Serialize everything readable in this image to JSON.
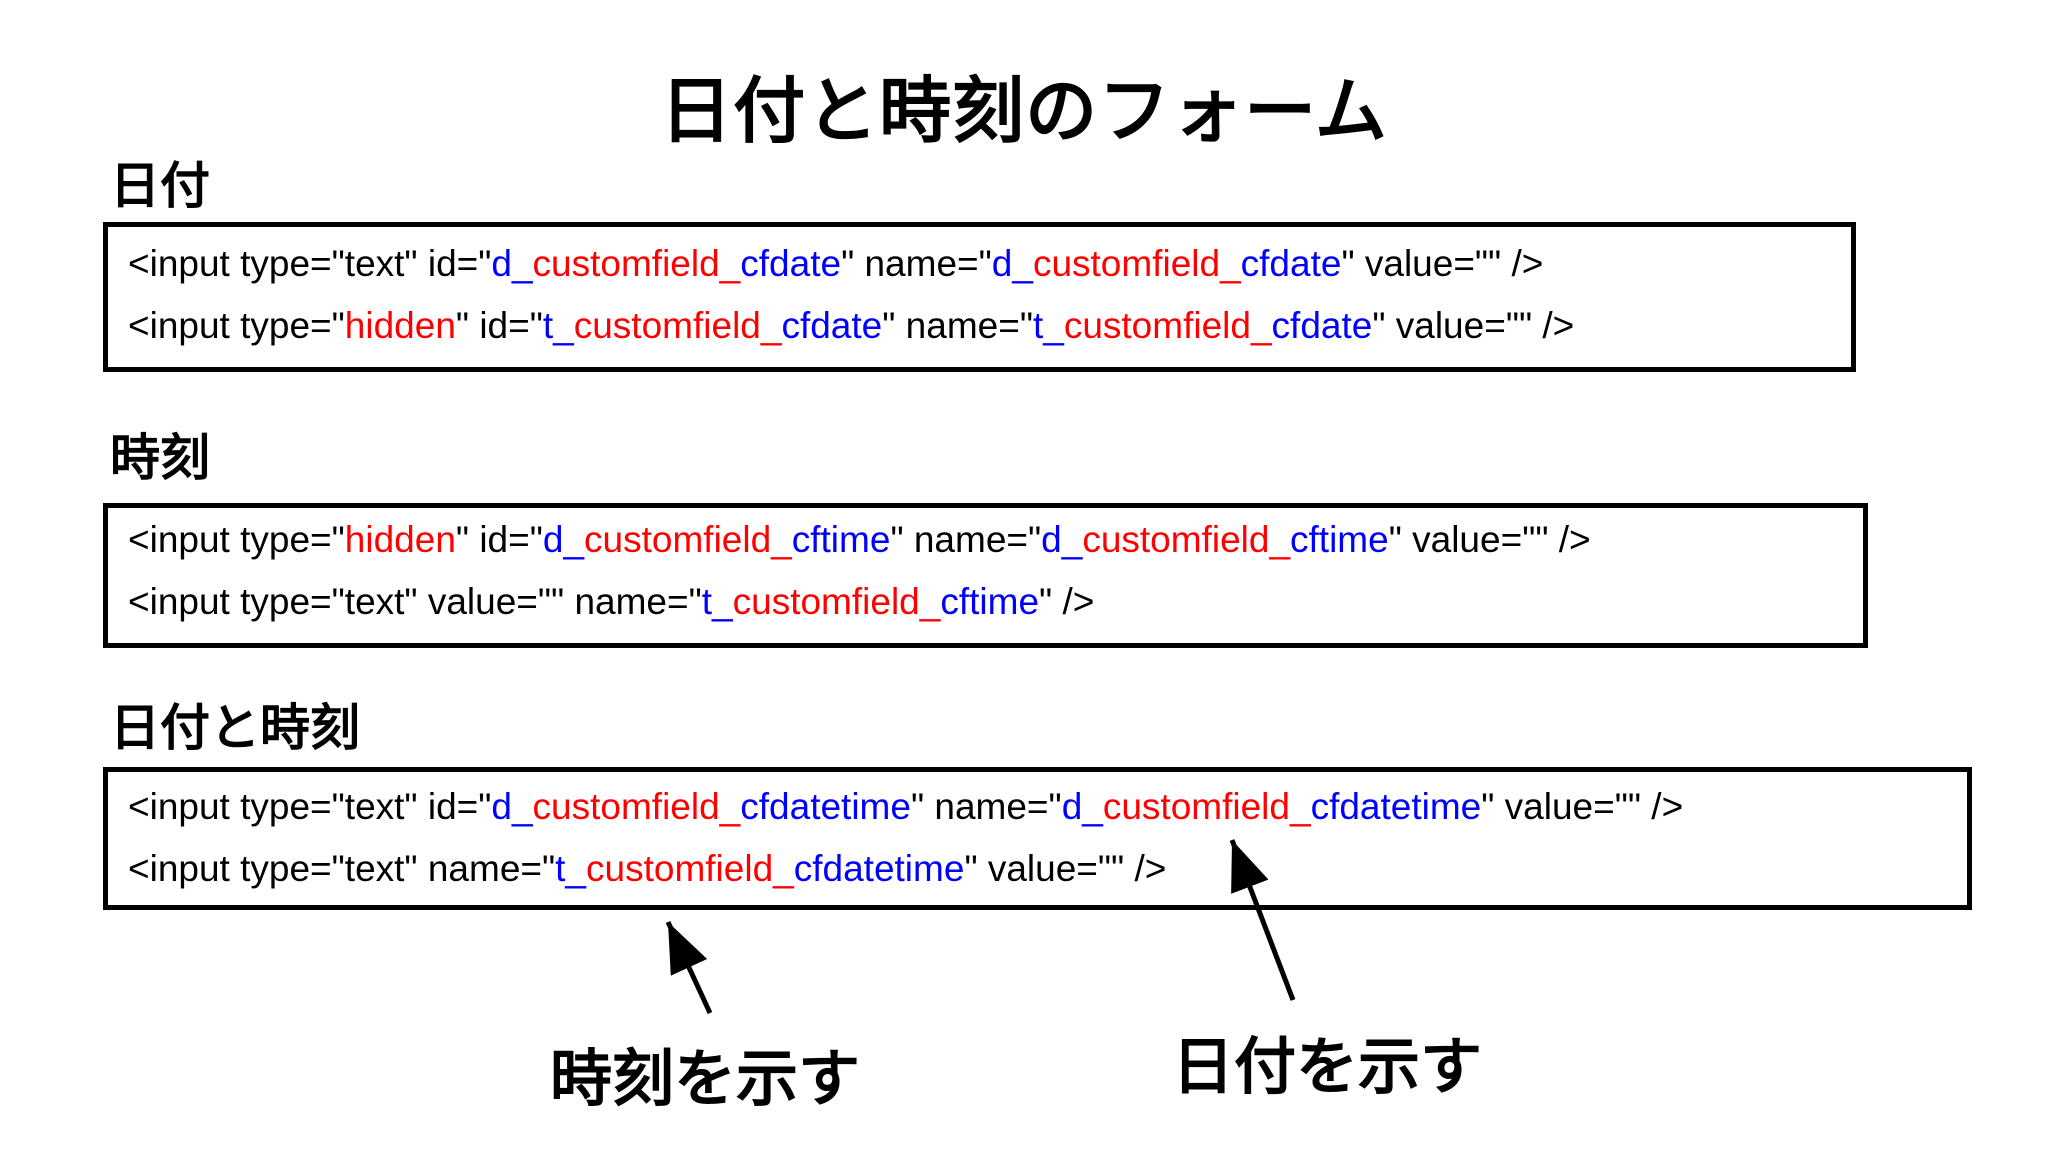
{
  "page": {
    "title": "日付と時刻のフォーム",
    "background": "#ffffff"
  },
  "colors": {
    "code_default": "#000000",
    "code_red": "#ff0000",
    "code_blue": "#0000ff",
    "box_border": "#000000",
    "arrow": "#000000"
  },
  "sections": [
    {
      "label": "日付",
      "lines": [
        {
          "segments": [
            {
              "text": "<input type=\"text\" id=\"",
              "color": "black"
            },
            {
              "text": "d_",
              "color": "blue"
            },
            {
              "text": "customfield_",
              "color": "red"
            },
            {
              "text": "cfdate",
              "color": "blue"
            },
            {
              "text": "\" name=\"",
              "color": "black"
            },
            {
              "text": "d_",
              "color": "blue"
            },
            {
              "text": "customfield_",
              "color": "red"
            },
            {
              "text": "cfdate",
              "color": "blue"
            },
            {
              "text": "\" value=\"\" />",
              "color": "black"
            }
          ]
        },
        {
          "segments": [
            {
              "text": "<input type=\"",
              "color": "black"
            },
            {
              "text": "hidden",
              "color": "red"
            },
            {
              "text": "\" id=\"",
              "color": "black"
            },
            {
              "text": "t_",
              "color": "blue"
            },
            {
              "text": "customfield_",
              "color": "red"
            },
            {
              "text": "cfdate",
              "color": "blue"
            },
            {
              "text": "\" name=\"",
              "color": "black"
            },
            {
              "text": "t_",
              "color": "blue"
            },
            {
              "text": "customfield_",
              "color": "red"
            },
            {
              "text": "cfdate",
              "color": "blue"
            },
            {
              "text": "\" value=\"\" />",
              "color": "black"
            }
          ]
        }
      ]
    },
    {
      "label": "時刻",
      "lines": [
        {
          "segments": [
            {
              "text": "<input type=\"",
              "color": "black"
            },
            {
              "text": "hidden",
              "color": "red"
            },
            {
              "text": "\" id=\"",
              "color": "black"
            },
            {
              "text": "d_",
              "color": "blue"
            },
            {
              "text": "customfield_",
              "color": "red"
            },
            {
              "text": "cftime",
              "color": "blue"
            },
            {
              "text": "\" name=\"",
              "color": "black"
            },
            {
              "text": "d_",
              "color": "blue"
            },
            {
              "text": "customfield_",
              "color": "red"
            },
            {
              "text": "cftime",
              "color": "blue"
            },
            {
              "text": "\" value=\"\" />",
              "color": "black"
            }
          ]
        },
        {
          "segments": [
            {
              "text": "<input type=\"text\" value=\"\" name=\"",
              "color": "black"
            },
            {
              "text": "t_",
              "color": "blue"
            },
            {
              "text": "customfield_",
              "color": "red"
            },
            {
              "text": "cftime",
              "color": "blue"
            },
            {
              "text": "\" />",
              "color": "black"
            }
          ]
        }
      ]
    },
    {
      "label": "日付と時刻",
      "lines": [
        {
          "segments": [
            {
              "text": "<input type=\"text\" id=\"",
              "color": "black"
            },
            {
              "text": "d_",
              "color": "blue"
            },
            {
              "text": "customfield_",
              "color": "red"
            },
            {
              "text": "cfdatetime",
              "color": "blue"
            },
            {
              "text": "\" name=\"",
              "color": "black"
            },
            {
              "text": "d_",
              "color": "blue"
            },
            {
              "text": "customfield_",
              "color": "red"
            },
            {
              "text": "cfdatetime",
              "color": "blue"
            },
            {
              "text": "\" value=\"\" />",
              "color": "black"
            }
          ]
        },
        {
          "segments": [
            {
              "text": "<input type=\"text\" name=\"",
              "color": "black"
            },
            {
              "text": "t_",
              "color": "blue"
            },
            {
              "text": "customfield_",
              "color": "red"
            },
            {
              "text": "cfdatetime",
              "color": "blue"
            },
            {
              "text": "\" value=\"\" />",
              "color": "black"
            }
          ]
        }
      ]
    }
  ],
  "annotations": [
    {
      "label": "時刻を示す"
    },
    {
      "label": "日付を示す"
    }
  ]
}
